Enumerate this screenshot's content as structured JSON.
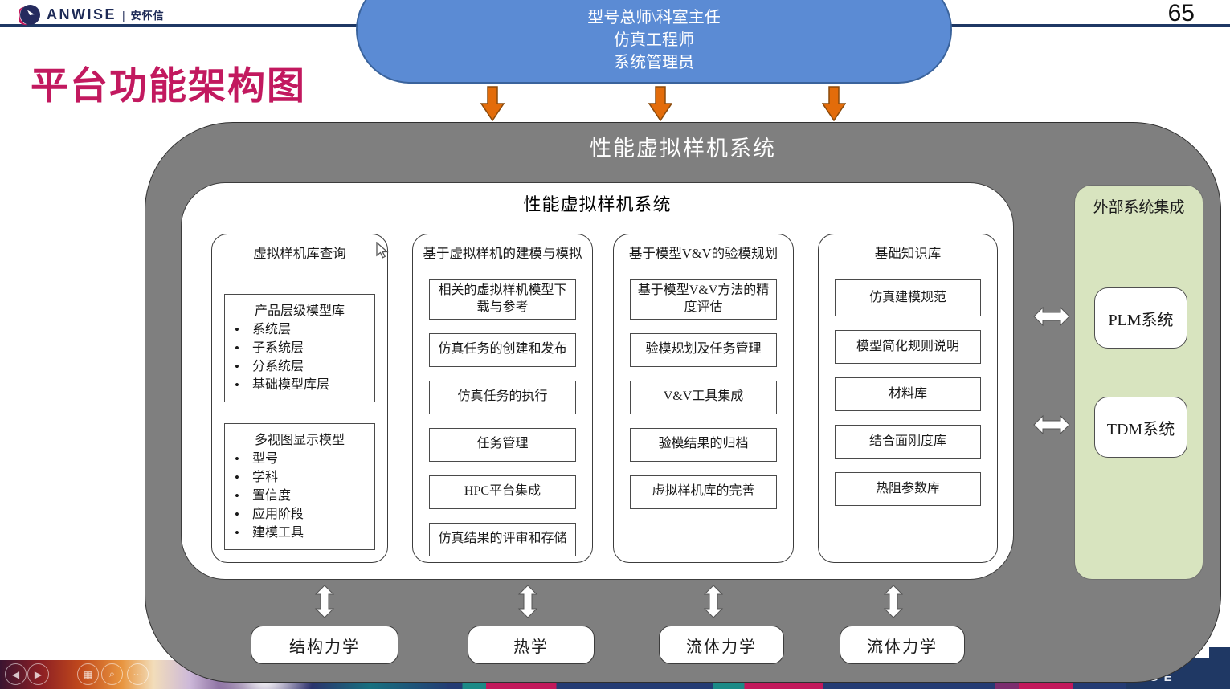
{
  "page_number": "65",
  "logo": {
    "brand": "ANWISE",
    "divider": "|",
    "brand_cn": "安怀信"
  },
  "slide_title": "平台功能架构图",
  "users_bubble": {
    "lines": [
      "型号总师\\科室主任",
      "仿真工程师",
      "系统管理员"
    ]
  },
  "system": {
    "outer_title": "性能虚拟样机系统",
    "inner_title": "性能虚拟样机系统"
  },
  "columns": [
    {
      "title": "虚拟样机库查询",
      "groups": [
        {
          "title": "产品层级模型库",
          "bullets": [
            "系统层",
            "子系统层",
            "分系统层",
            "基础模型库层"
          ]
        },
        {
          "title": "多视图显示模型",
          "bullets": [
            "型号",
            "学科",
            "置信度",
            "应用阶段",
            "建模工具"
          ]
        }
      ]
    },
    {
      "title": "基于虚拟样机的建模与模拟",
      "items": [
        "相关的虚拟样机模型下载与参考",
        "仿真任务的创建和发布",
        "仿真任务的执行",
        "任务管理",
        "HPC平台集成",
        "仿真结果的评审和存储"
      ]
    },
    {
      "title": "基于模型V&V的验模规划",
      "items": [
        "基于模型V&V方法的精度评估",
        "验模规划及任务管理",
        "V&V工具集成",
        "验模结果的归档",
        "虚拟样机库的完善"
      ]
    },
    {
      "title": "基础知识库",
      "items": [
        "仿真建模规范",
        "模型简化规则说明",
        "材料库",
        "结合面刚度库",
        "热阻参数库"
      ]
    }
  ],
  "external": {
    "title": "外部系统集成",
    "systems": [
      "PLM系统",
      "TDM系统"
    ]
  },
  "bottom_modules": [
    "结构力学",
    "热学",
    "流体力学",
    "流体力学"
  ],
  "corner_text": "GE",
  "toolbar_icons": {
    "prev": "◀",
    "next": "▶",
    "grid": "▦",
    "zoom": "⌕",
    "more": "⋯"
  },
  "colors": {
    "accent_blue": "#5b8bd4",
    "arrow_orange": "#e36c0a",
    "container_gray": "#7f7f7f",
    "panel_green": "#d8e4bf",
    "title_magenta": "#c2195f",
    "navy": "#1f3864"
  }
}
